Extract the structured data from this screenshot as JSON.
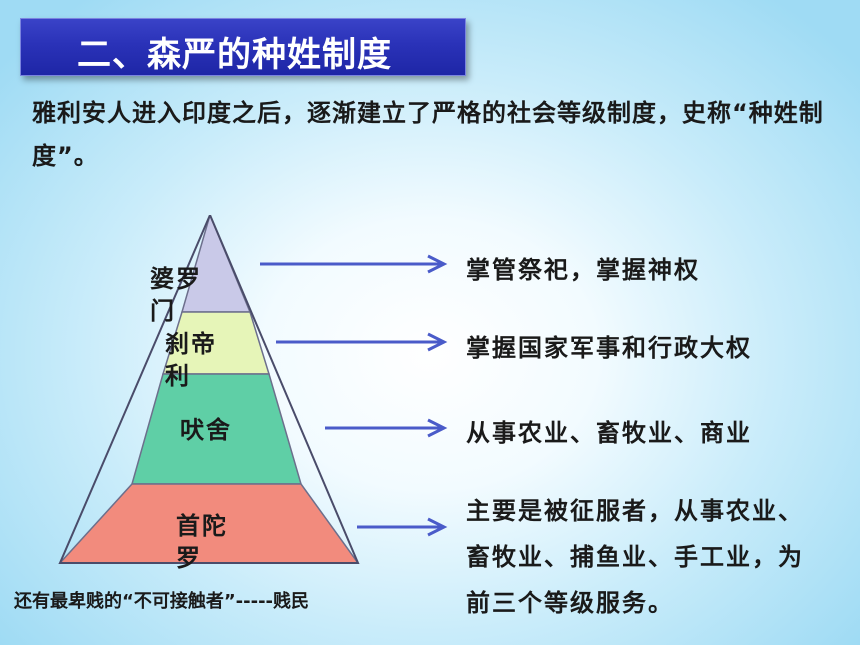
{
  "slide": {
    "title": "二、森严的种姓制度",
    "intro": "雅利安人进入印度之后，逐渐建立了严格的社会等级制度，史称“种姓制度”。",
    "colors": {
      "title_bg": "#2a32b8",
      "arrow": "#4a5bc9",
      "tier_brahmin": "#c9c9e8",
      "tier_kshatriya": "#e6f5b8",
      "tier_vaishya": "#5fcfa6",
      "tier_shudra": "#f28b7d"
    }
  },
  "castes": [
    {
      "name": "婆罗门",
      "description": "掌管祭祀，掌握神权"
    },
    {
      "name": "刹帝利",
      "description": "掌握国家军事和行政大权"
    },
    {
      "name": "吠舍",
      "description": "从事农业、畜牧业、商业"
    },
    {
      "name": "首陀罗",
      "description": "主要是被征服者，从事农业、畜牧业、捕鱼业、手工业，为前三个等级服务。"
    }
  ],
  "footnote": "还有最卑贱的“不可接触者”-----贱民"
}
